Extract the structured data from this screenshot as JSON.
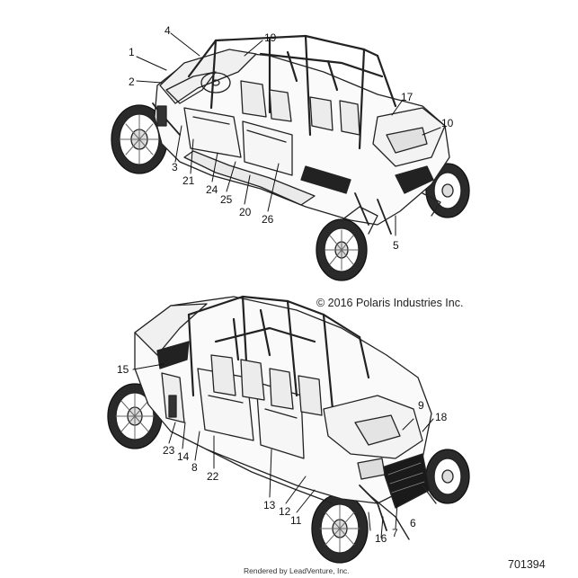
{
  "copyright": "© 2016 Polaris Industries Inc.",
  "diagram_id": "701394",
  "rendered_by": "Rendered by LeadVenture, Inc.",
  "callouts": {
    "n1": "1",
    "n2": "2",
    "n3": "3",
    "n4": "4",
    "n5": "5",
    "n6": "6",
    "n7": "7",
    "n8": "8",
    "n9": "9",
    "n10": "10",
    "n11": "11",
    "n12": "12",
    "n13": "13",
    "n14": "14",
    "n15": "15",
    "n16": "16",
    "n17": "17",
    "n18": "18",
    "n19": "19",
    "n20": "20",
    "n21": "21",
    "n22": "22",
    "n23": "23",
    "n24": "24",
    "n25": "25",
    "n26": "26"
  }
}
